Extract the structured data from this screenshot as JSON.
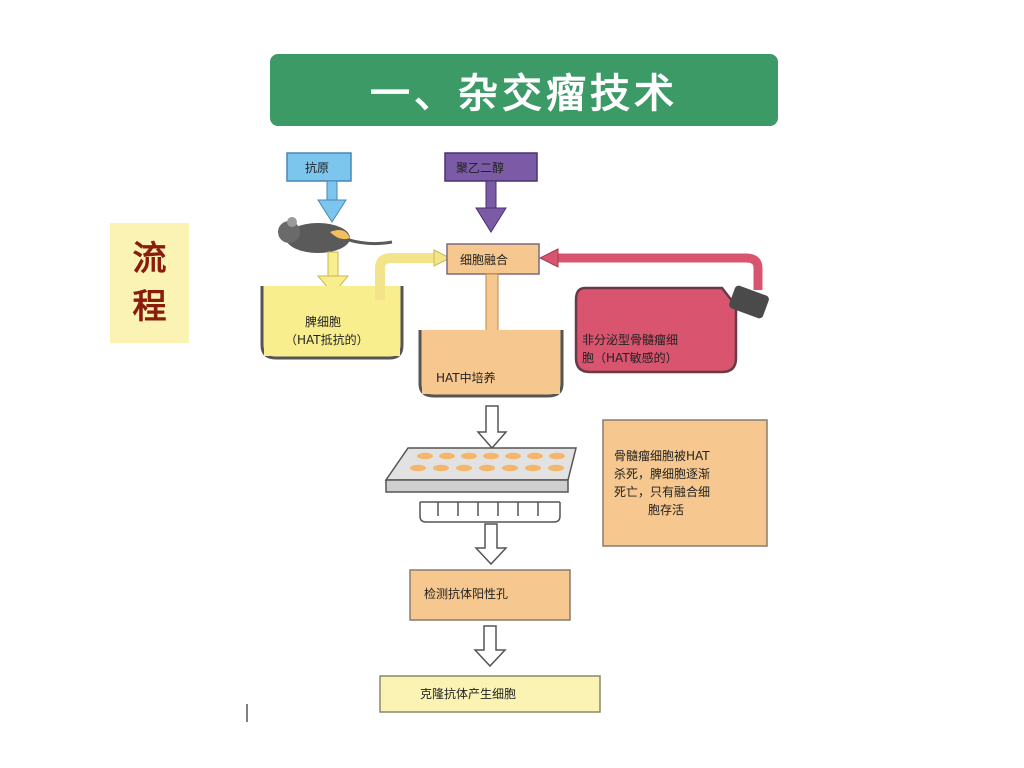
{
  "title": "一、杂交瘤技术",
  "side_label": {
    "line1": "流",
    "line2": "程"
  },
  "diagram": {
    "antigen": "抗原",
    "peg": "聚乙二醇",
    "fusion": "细胞融合",
    "spleen_line1": "脾细胞",
    "spleen_line2": "（HAT抵抗的）",
    "myeloma_line1": "非分泌型骨髓瘤细",
    "myeloma_line2": "胞（HAT敏感的）",
    "hat_culture": "HAT中培养",
    "note_line1": "骨髓瘤细胞被HAT",
    "note_line2": "杀死，脾细胞逐渐",
    "note_line3": "死亡，只有融合细",
    "note_line4": "胞存活",
    "detect": "检测抗体阳性孔",
    "clone": "克隆抗体产生细胞"
  },
  "colors": {
    "title_bg": "#3b9a66",
    "side_bg": "#faf3b4",
    "antigen_blue": "#7cc6ee",
    "peg_purple": "#7b5aa6",
    "orange_fill": "#f6c78e",
    "pink": "#d8546f",
    "yellow": "#f8ee8e"
  }
}
